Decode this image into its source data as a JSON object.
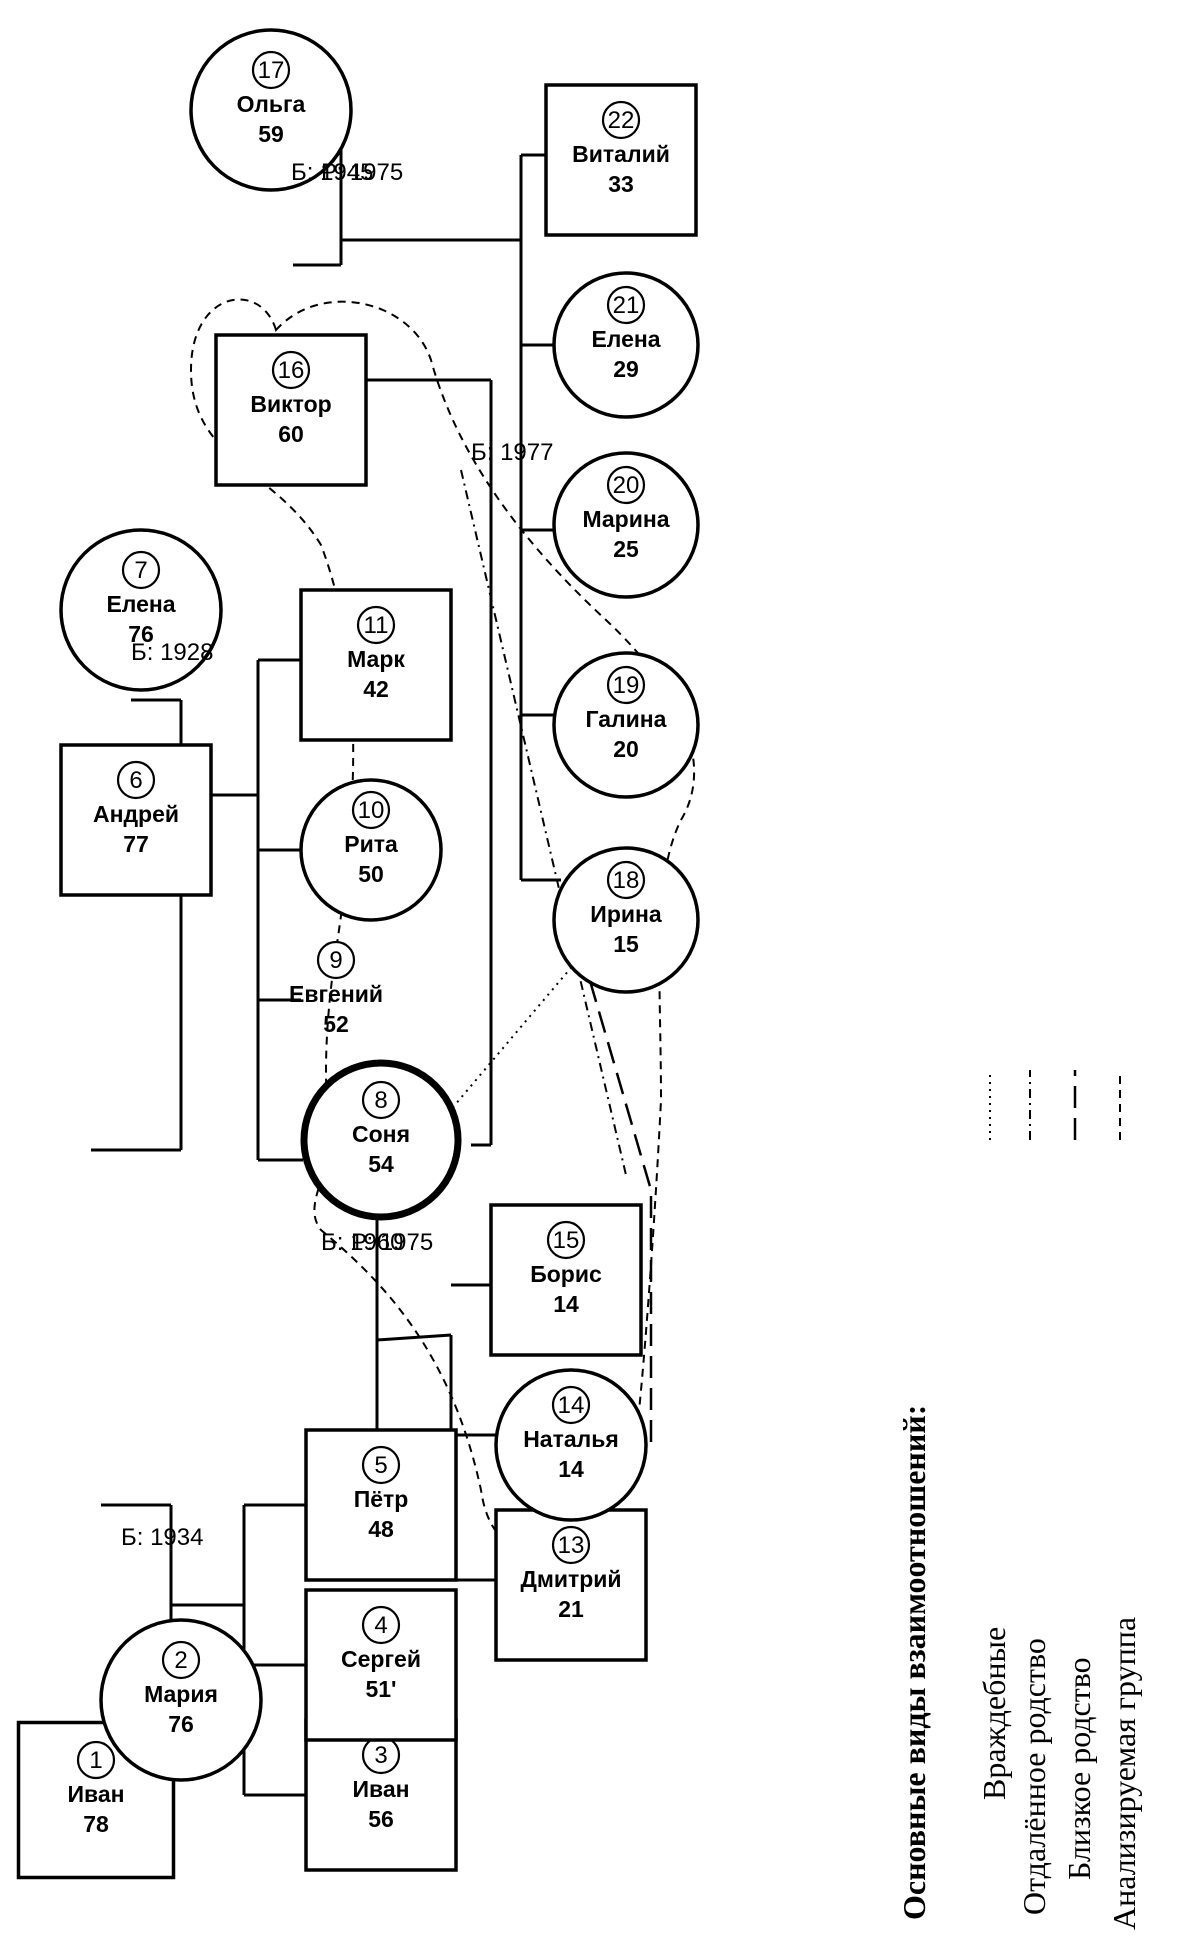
{
  "persons": {
    "p1": {
      "num": "1",
      "name": "Иван",
      "age": "78"
    },
    "p2": {
      "num": "2",
      "name": "Мария",
      "age": "76"
    },
    "p3": {
      "num": "3",
      "name": "Иван",
      "age": "56"
    },
    "p4": {
      "num": "4",
      "name": "Сергей",
      "age": "51'"
    },
    "p5": {
      "num": "5",
      "name": "Пётр",
      "age": "48"
    },
    "p6": {
      "num": "6",
      "name": "Андрей",
      "age": "77"
    },
    "p7": {
      "num": "7",
      "name": "Елена",
      "age": "76"
    },
    "p8": {
      "num": "8",
      "name": "Соня",
      "age": "54"
    },
    "p9": {
      "num": "9",
      "name": "Евгений",
      "age": "52"
    },
    "p10": {
      "num": "10",
      "name": "Рита",
      "age": "50"
    },
    "p11": {
      "num": "11",
      "name": "Марк",
      "age": "42"
    },
    "p13": {
      "num": "13",
      "name": "Дмитрий",
      "age": "21"
    },
    "p14": {
      "num": "14",
      "name": "Наталья",
      "age": "14"
    },
    "p15": {
      "num": "15",
      "name": "Борис",
      "age": "14"
    },
    "p16": {
      "num": "16",
      "name": "Виктор",
      "age": "60"
    },
    "p17": {
      "num": "17",
      "name": "Ольга",
      "age": "59"
    },
    "p18": {
      "num": "18",
      "name": "Ирина",
      "age": "15"
    },
    "p19": {
      "num": "19",
      "name": "Галина",
      "age": "20"
    },
    "p20": {
      "num": "20",
      "name": "Марина",
      "age": "25"
    },
    "p21": {
      "num": "21",
      "name": "Елена",
      "age": "29"
    },
    "p22": {
      "num": "22",
      "name": "Виталий",
      "age": "33"
    }
  },
  "marriages": {
    "m1_2": {
      "married": "Б: 1934"
    },
    "m6_7": {
      "married": "Б: 1928"
    },
    "m5_8": {
      "married": "Б: 1960",
      "divorced": "Р: 1975"
    },
    "m16_17": {
      "married": "Б: 1945",
      "divorced": "Р: 1975"
    },
    "m8_16": {
      "married": "Б: 1977"
    }
  },
  "legend": {
    "title": "Основные виды взаимоотношений:",
    "items": [
      {
        "label": "Враждебные"
      },
      {
        "label": "Отдалённое родство"
      },
      {
        "label": "Близкое родство"
      },
      {
        "label": "Анализируемая группа"
      }
    ]
  }
}
